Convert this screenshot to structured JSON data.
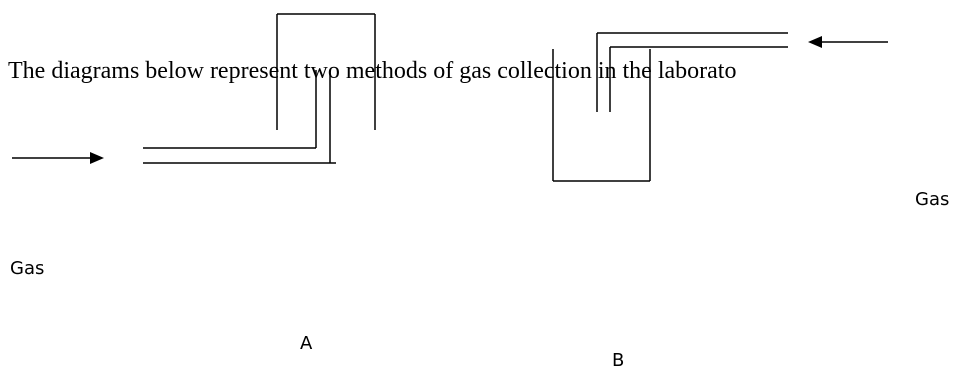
{
  "intro_text": "The diagrams below represent two methods of gas collection in the laborato",
  "apparatus_a": {
    "inlet_label": "Gas",
    "caption": "A"
  },
  "apparatus_b": {
    "inlet_label": "Gas",
    "caption": "B"
  },
  "colors": {
    "stroke": "#000000",
    "background": "#ffffff"
  }
}
